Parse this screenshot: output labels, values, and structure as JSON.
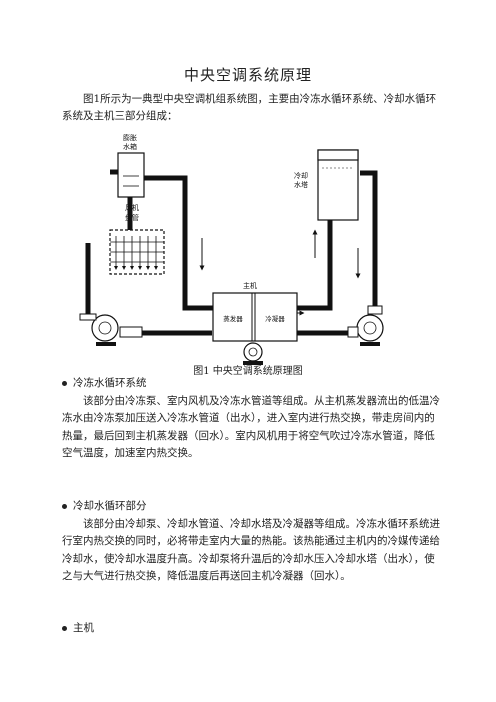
{
  "title": "中央空调系统原理",
  "intro": "图1所示为一典型中央空调机组系统图，主要由冷冻水循环系统、冷却水循环系统及主机三部分组成：",
  "figure": {
    "expansion_tank": [
      "膨胀",
      "水箱"
    ],
    "cooling_tower": [
      "冷却",
      "水塔"
    ],
    "fan_coil": [
      "风机",
      "盘管"
    ],
    "main_unit": "主机",
    "evaporator": "蒸发器",
    "condenser": "冷凝器",
    "caption": "图1  中央空调系统原理图"
  },
  "sections": [
    {
      "heading": "冷冻水循环系统",
      "body": "该部分由冷冻泵、室内风机及冷冻水管道等组成。从主机蒸发器流出的低温冷冻水由冷冻泵加压送入冷冻水管道（出水），进入室内进行热交换，带走房间内的热量，最后回到主机蒸发器（回水）。室内风机用于将空气吹过冷冻水管道，降低空气温度，加速室内热交换。"
    },
    {
      "heading": "冷却水循环部分",
      "body": "该部分由冷却泵、冷却水管道、冷却水塔及冷凝器等组成。冷冻水循环系统进行室内热交换的同时，必将带走室内大量的热能。该热能通过主机内的冷媒传递给冷却水，使冷却水温度升高。冷却泵将升温后的冷却水压入冷却水塔（出水），使之与大气进行热交换，降低温度后再送回主机冷凝器（回水）。"
    },
    {
      "heading": "主机",
      "body": ""
    }
  ]
}
